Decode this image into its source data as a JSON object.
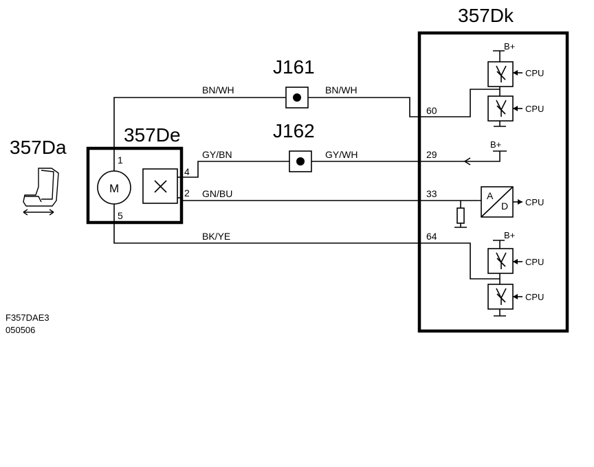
{
  "labels": {
    "seat_component": "357Da",
    "motor_component": "357De",
    "control_unit": "357Dk",
    "connector_j161": "J161",
    "connector_j162": "J162",
    "motor_symbol": "M",
    "figure_id": "F357DAE3",
    "figure_date": "050506"
  },
  "wires": {
    "bn_wh_left": "BN/WH",
    "bn_wh_right": "BN/WH",
    "gy_bn": "GY/BN",
    "gy_wh": "GY/WH",
    "gn_bu": "GN/BU",
    "bk_ye": "BK/YE"
  },
  "pins": {
    "motor_1": "1",
    "sensor_4": "4",
    "sensor_2": "2",
    "motor_5": "5",
    "cu_60": "60",
    "cu_29": "29",
    "cu_33": "33",
    "cu_64": "64"
  },
  "control_unit_internal": {
    "supply": "B+",
    "cpu": "CPU",
    "adc_a": "A",
    "adc_d": "D"
  }
}
